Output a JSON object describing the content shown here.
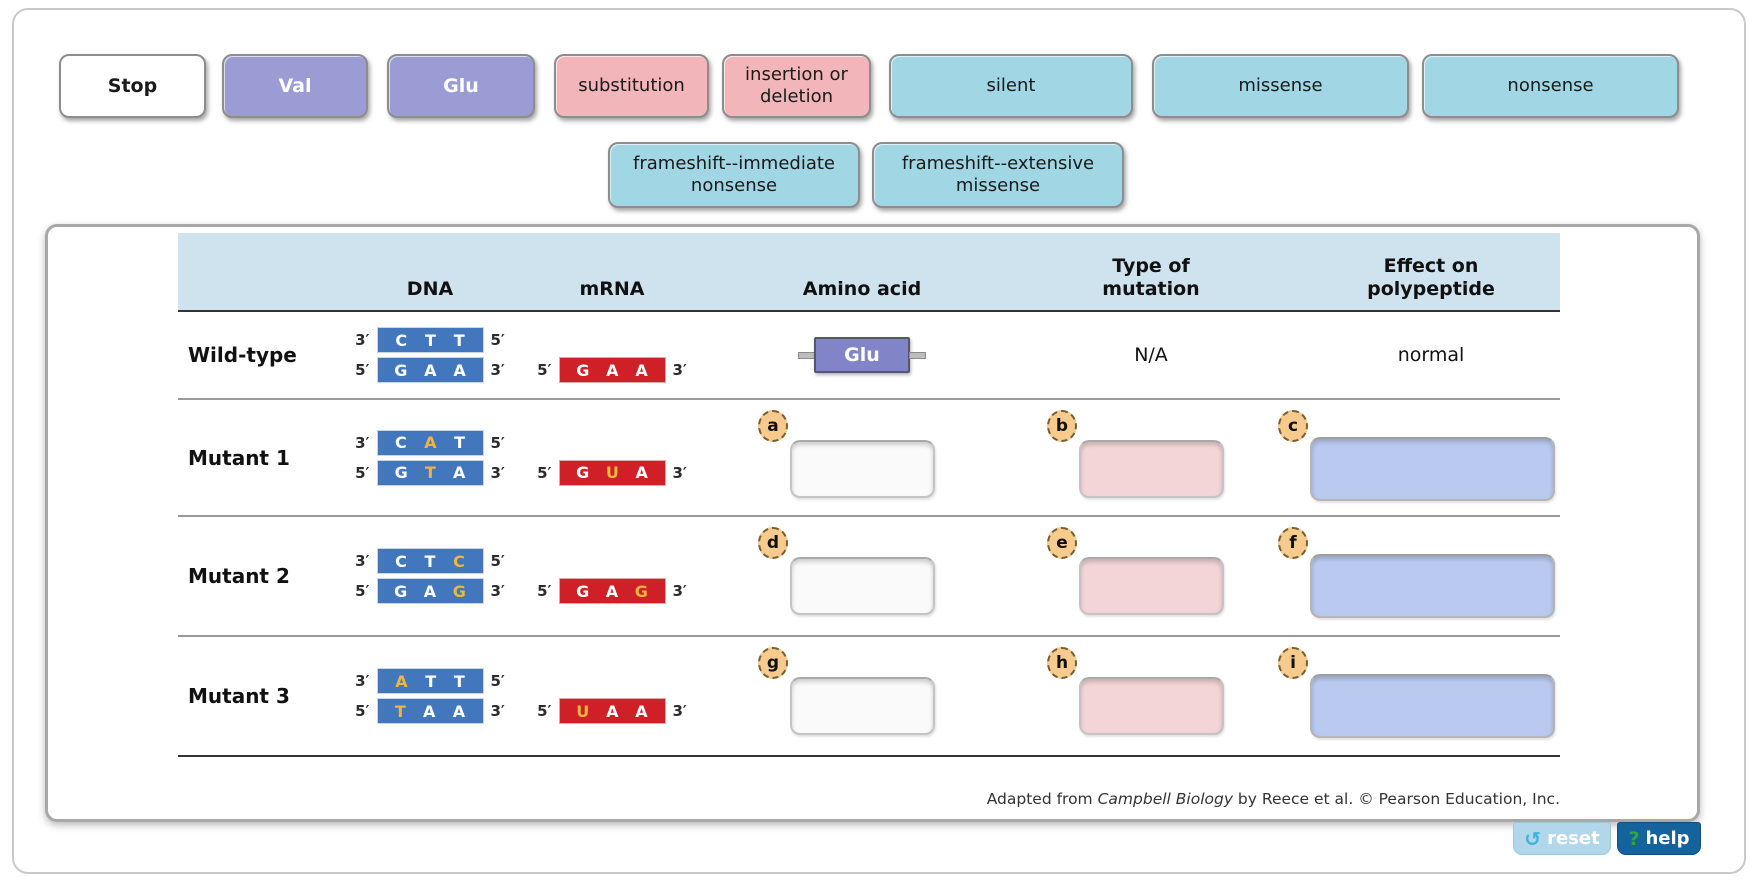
{
  "chips": {
    "row1": [
      {
        "label": "Stop"
      },
      {
        "label": "Val"
      },
      {
        "label": "Glu"
      },
      {
        "label": "substitution"
      },
      {
        "label": "insertion or deletion"
      },
      {
        "label": "silent"
      },
      {
        "label": "missense"
      },
      {
        "label": "nonsense"
      }
    ],
    "row2": [
      {
        "label": "frameshift--immediate nonsense"
      },
      {
        "label": "frameshift--extensive missense"
      }
    ]
  },
  "table": {
    "headers": [
      "DNA",
      "mRNA",
      "Amino acid",
      "Type of mutation",
      "Effect on polypeptide"
    ],
    "rows": [
      {
        "label": "Wild-type",
        "dna_top": {
          "prime_left": "3′",
          "bases": [
            "C",
            "T",
            "T"
          ],
          "prime_right": "5′",
          "mutated_index": null
        },
        "dna_bottom": {
          "prime_left": "5′",
          "bases": [
            "G",
            "A",
            "A"
          ],
          "prime_right": "3′",
          "mutated_index": null
        },
        "mrna": {
          "prime_left": "5′",
          "bases": [
            "G",
            "A",
            "A"
          ],
          "prime_right": "3′",
          "mutated_index": null
        },
        "amino_acid": "Glu",
        "type_of_mutation": "N/A",
        "effect_on_polypeptide": "normal"
      },
      {
        "label": "Mutant 1",
        "dna_top": {
          "prime_left": "3′",
          "bases": [
            "C",
            "A",
            "T"
          ],
          "prime_right": "5′",
          "mutated_index": 1
        },
        "dna_bottom": {
          "prime_left": "5′",
          "bases": [
            "G",
            "T",
            "A"
          ],
          "prime_right": "3′",
          "mutated_index": 1
        },
        "mrna": {
          "prime_left": "5′",
          "bases": [
            "G",
            "U",
            "A"
          ],
          "prime_right": "3′",
          "mutated_index": 1
        },
        "badges": [
          "a",
          "b",
          "c"
        ]
      },
      {
        "label": "Mutant 2",
        "dna_top": {
          "prime_left": "3′",
          "bases": [
            "C",
            "T",
            "C"
          ],
          "prime_right": "5′",
          "mutated_index": 2
        },
        "dna_bottom": {
          "prime_left": "5′",
          "bases": [
            "G",
            "A",
            "G"
          ],
          "prime_right": "3′",
          "mutated_index": 2
        },
        "mrna": {
          "prime_left": "5′",
          "bases": [
            "G",
            "A",
            "G"
          ],
          "prime_right": "3′",
          "mutated_index": 2
        },
        "badges": [
          "d",
          "e",
          "f"
        ]
      },
      {
        "label": "Mutant 3",
        "dna_top": {
          "prime_left": "3′",
          "bases": [
            "A",
            "T",
            "T"
          ],
          "prime_right": "5′",
          "mutated_index": 0
        },
        "dna_bottom": {
          "prime_left": "5′",
          "bases": [
            "T",
            "A",
            "A"
          ],
          "prime_right": "3′",
          "mutated_index": 0
        },
        "mrna": {
          "prime_left": "5′",
          "bases": [
            "U",
            "A",
            "A"
          ],
          "prime_right": "3′",
          "mutated_index": 0
        },
        "badges": [
          "g",
          "h",
          "i"
        ]
      }
    ]
  },
  "footer": {
    "prefix": "Adapted from ",
    "italic": "Campbell Biology",
    "suffix": " by Reece et al. © Pearson Education, Inc."
  },
  "buttons": {
    "reset_label": "reset",
    "reset_icon": "↺",
    "help_label": "help",
    "help_icon": "?"
  },
  "colors": {
    "chip_purple": "#9b9cd3",
    "chip_pink": "#f2b6ba",
    "chip_blue": "#a1d6e4",
    "header_band": "#cfe3ee",
    "dna_box": "#4277bd",
    "mrna_box": "#cf2027",
    "mutated_base": "#f0b43f",
    "amino_chip": "#8184c6",
    "drop_white": "#fafafa",
    "drop_pink": "#f3d5d7",
    "drop_blue": "#b9c9ef",
    "badge": "#f7ca8d",
    "reset_button": "#b2d7ea",
    "help_button": "#15639d"
  }
}
